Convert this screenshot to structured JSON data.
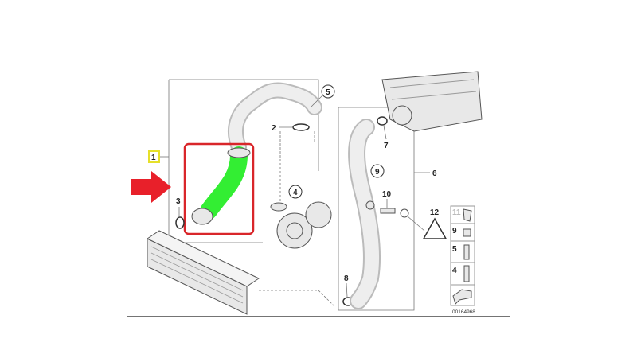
{
  "diagram": {
    "callouts": {
      "c1": "1",
      "c2": "2",
      "c3": "3",
      "c4": "4",
      "c5": "5",
      "c6": "6",
      "c7": "7",
      "c8": "8",
      "c9": "9",
      "c10": "10",
      "c12": "12"
    },
    "legend": [
      "11",
      "9",
      "5",
      "4"
    ],
    "drawing_number": "00164968",
    "colors": {
      "highlight_hose": "#33ee33",
      "highlight_box": "#d9262a",
      "arrow": "#e8202a",
      "callout_1_box": "#e6e02a"
    }
  }
}
